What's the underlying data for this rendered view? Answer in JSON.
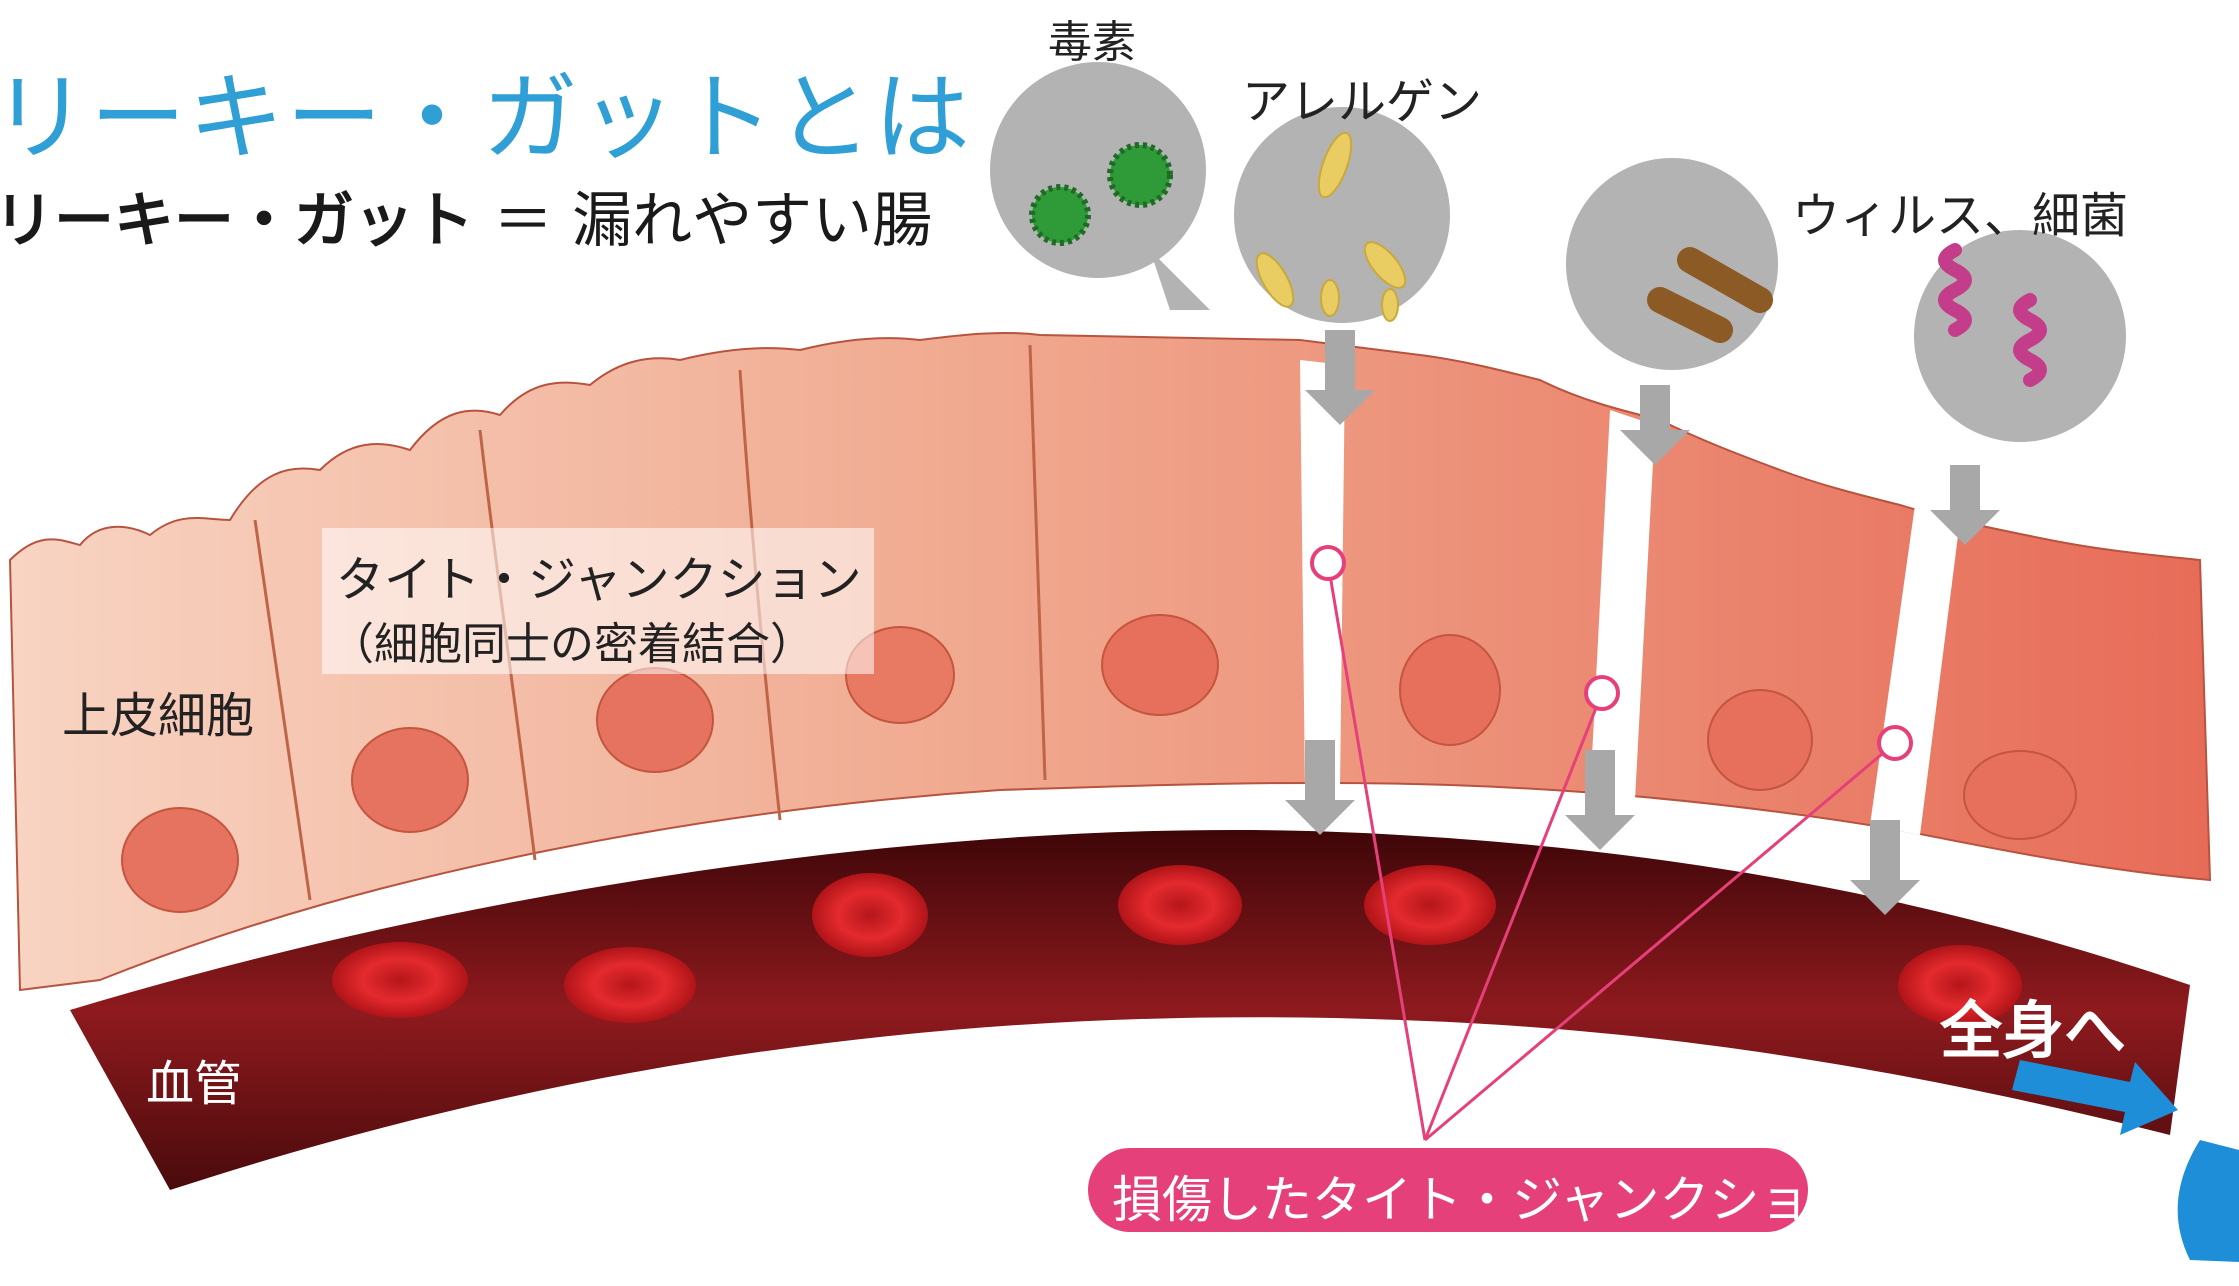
{
  "title": "リーキー・ガットとは",
  "subtitle": {
    "term": "リーキー・ガット",
    "definition": "＝ 漏れやすい腸"
  },
  "labels": {
    "toxin": "毒素",
    "allergen": "アレルゲン",
    "virus_bacteria": "ウィルス、細菌",
    "tight_junction": "タイト・ジャンクション",
    "tight_junction_note": "（細胞同士の密着結合）",
    "epithelial_cell": "上皮細胞",
    "blood_vessel": "血管",
    "to_whole_body": "全身へ",
    "damaged_tight_junction": "損傷したタイト・ジャンクション"
  },
  "colors": {
    "title_blue": "#2f9fd6",
    "vessel_dark": "#5a0f12",
    "vessel_red": "#8e1a1e",
    "rbc": "#d01f24",
    "cell_light": "#f6c8b4",
    "cell_dark": "#e66a55",
    "nucleus": "#e5735f",
    "marker_pink": "#e6407b",
    "arrow_gray": "#a8a8a8",
    "virus_green": "#2f9a38",
    "allergen_yellow": "#e9cd62",
    "bacteria_brown": "#8b5a25",
    "bacteria_magenta": "#c43d8a",
    "flow_arrow_blue": "#1e8ed8"
  }
}
